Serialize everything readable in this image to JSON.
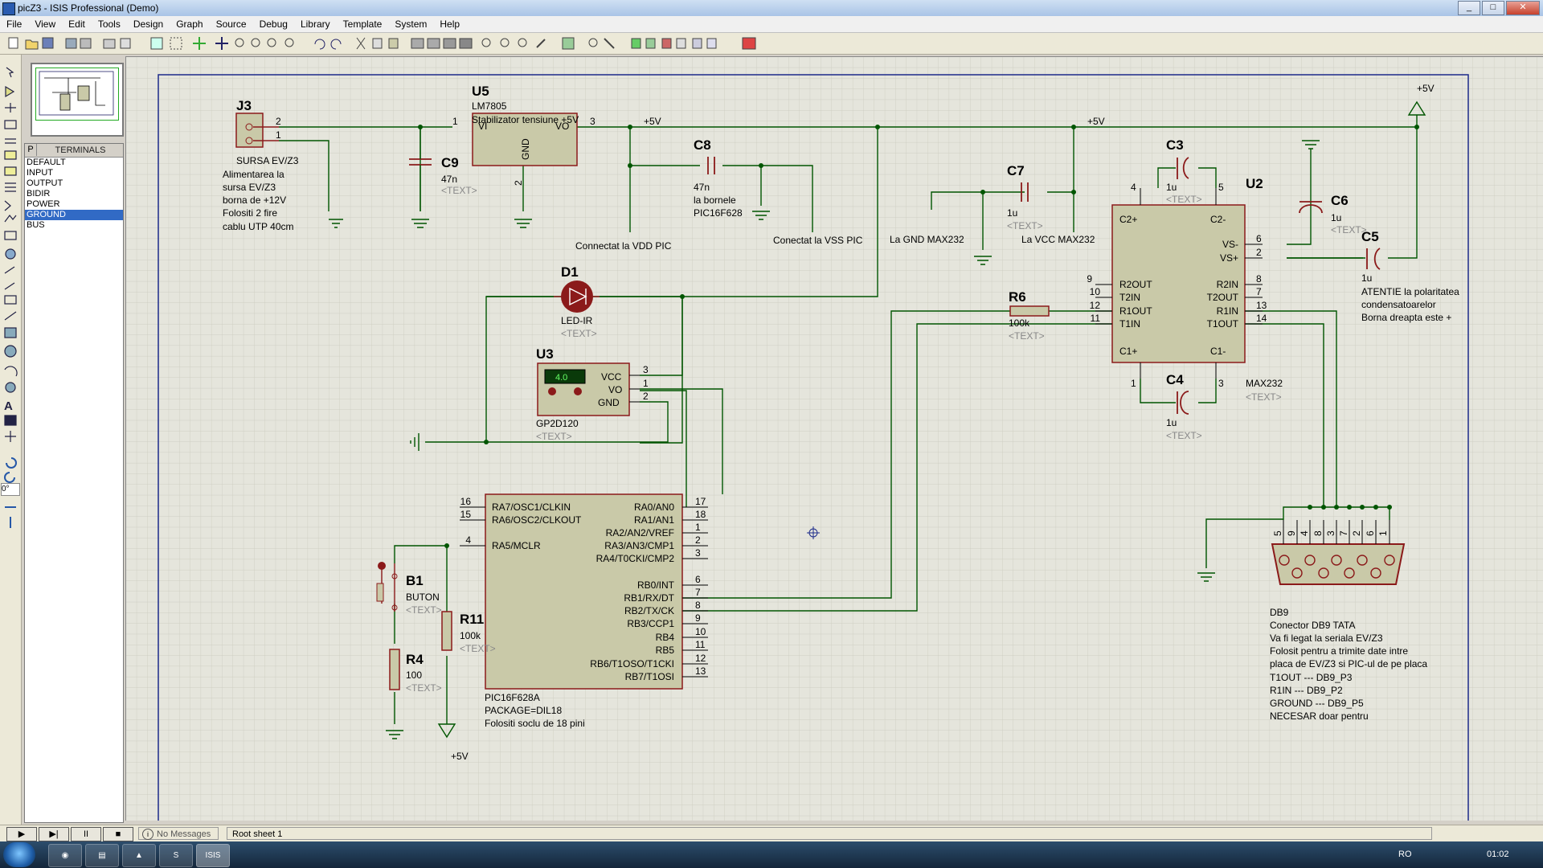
{
  "window": {
    "title": "picZ3 - ISIS Professional (Demo)",
    "min": "_",
    "max": "□",
    "close": "✕"
  },
  "menu": [
    "File",
    "View",
    "Edit",
    "Tools",
    "Design",
    "Graph",
    "Source",
    "Debug",
    "Library",
    "Template",
    "System",
    "Help"
  ],
  "panel": {
    "tab": "P",
    "header": "TERMINALS",
    "items": [
      "DEFAULT",
      "INPUT",
      "OUTPUT",
      "BIDIR",
      "POWER",
      "GROUND",
      "BUS"
    ],
    "selected": "GROUND",
    "rotation": "0°"
  },
  "status": {
    "messages": "No Messages",
    "sheet": "Root sheet 1",
    "play": "▶",
    "step": "▶|",
    "pause": "II",
    "stop": "■"
  },
  "taskbar": {
    "lang": "RO",
    "time": "01:02",
    "apps": [
      "ie",
      "folder",
      "app",
      "skype",
      "isis"
    ],
    "isis_label": "ISIS"
  },
  "schematic": {
    "j3": {
      "ref": "J3",
      "pin2": "2",
      "pin1": "1",
      "name": "SURSA EV/Z3",
      "notes": [
        "Alimentarea la",
        "sursa EV/Z3",
        "borna de +12V",
        "Folositi 2 fire",
        "cablu UTP 40cm"
      ]
    },
    "c9": {
      "ref": "C9",
      "value": "47n",
      "text": "<TEXT>"
    },
    "u5": {
      "ref": "U5",
      "part": "LM7805",
      "desc": "Stabilizator tensiune +5V",
      "vi": "VI",
      "vo": "VO",
      "gnd": "GND",
      "p1": "1",
      "p2": "2",
      "p3": "3"
    },
    "net5v": "+5V",
    "c8": {
      "ref": "C8",
      "value": "47n",
      "notes": [
        "la bornele",
        "PIC16F628"
      ]
    },
    "vdd_label": "Connectat la VDD PIC",
    "vss_label": "Conectat la VSS PIC",
    "c7": {
      "ref": "C7",
      "value": "1u",
      "text": "<TEXT>"
    },
    "gnd_max": "La GND MAX232",
    "vcc_max": "La VCC MAX232",
    "c3": {
      "ref": "C3",
      "value": "1u",
      "text": "<TEXT>"
    },
    "c6": {
      "ref": "C6",
      "value": "1u",
      "text": "<TEXT>"
    },
    "c5": {
      "ref": "C5",
      "value": "1u"
    },
    "c4": {
      "ref": "C4",
      "value": "1u",
      "text": "<TEXT>"
    },
    "u2": {
      "ref": "U2",
      "part": "MAX232",
      "text": "<TEXT>",
      "left_pins": [
        "R2OUT",
        "T2IN",
        "R1OUT",
        "T1IN"
      ],
      "left_nums": [
        "9",
        "10",
        "12",
        "11"
      ],
      "right_pins": [
        "VS-",
        "VS+",
        "R2IN",
        "T2OUT",
        "R1IN",
        "T1OUT"
      ],
      "right_nums": [
        "6",
        "2",
        "8",
        "7",
        "13",
        "14"
      ],
      "c2p": "C2+",
      "c2m": "C2-",
      "c1p": "C1+",
      "c1m": "C1-",
      "n4": "4",
      "n5": "5",
      "n1": "1",
      "n3": "3"
    },
    "c5_notes": [
      "ATENTIE la polaritatea",
      "condensatoarelor",
      "Borna dreapta este +"
    ],
    "d1": {
      "ref": "D1",
      "part": "LED-IR",
      "text": "<TEXT>"
    },
    "r6": {
      "ref": "R6",
      "value": "100k",
      "text": "<TEXT>"
    },
    "u3": {
      "ref": "U3",
      "part": "GP2D120",
      "text": "<TEXT>",
      "display": "4.0",
      "vcc": "VCC",
      "vo": "VO",
      "gnd": "GND",
      "p3": "3",
      "p1": "1",
      "p2": "2"
    },
    "pic": {
      "part": "PIC16F628A",
      "package": "PACKAGE=DIL18",
      "note": "Folositi soclu de 18 pini",
      "left_pins": [
        "RA7/OSC1/CLKIN",
        "RA6/OSC2/CLKOUT",
        "RA5/MCLR"
      ],
      "left_nums": [
        "16",
        "15",
        "4"
      ],
      "right_pins": [
        "RA0/AN0",
        "RA1/AN1",
        "RA2/AN2/VREF",
        "RA3/AN3/CMP1",
        "RA4/T0CKI/CMP2",
        "RB0/INT",
        "RB1/RX/DT",
        "RB2/TX/CK",
        "RB3/CCP1",
        "RB4",
        "RB5",
        "RB6/T1OSO/T1CKI",
        "RB7/T1OSI"
      ],
      "right_nums": [
        "17",
        "18",
        "1",
        "2",
        "3",
        "6",
        "7",
        "8",
        "9",
        "10",
        "11",
        "12",
        "13"
      ]
    },
    "b1": {
      "ref": "B1",
      "part": "BUTON",
      "text": "<TEXT>"
    },
    "r11": {
      "ref": "R11",
      "value": "100k",
      "text": "<TEXT>"
    },
    "r4": {
      "ref": "R4",
      "value": "100",
      "text": "<TEXT>"
    },
    "db9": {
      "ref": "DB9",
      "pins": [
        "5",
        "9",
        "4",
        "8",
        "3",
        "7",
        "2",
        "6",
        "1"
      ],
      "notes": [
        "Conector DB9 TATA",
        "Va fi legat la seriala EV/Z3",
        "Folosit pentru a trimite date intre",
        "placa de EV/Z3 si PIC-ul de pe placa",
        "T1OUT --- DB9_P3",
        "R1IN --- DB9_P2",
        "GROUND --- DB9_P5",
        "NECESAR doar pentru"
      ]
    }
  },
  "colors": {
    "wire": "#005500",
    "part_body": "#c9c9a8",
    "part_border": "#8b1a1a",
    "grid_bg": "#e5e5dc",
    "frame": "#1c2a8a",
    "selected": "#316ac5"
  }
}
